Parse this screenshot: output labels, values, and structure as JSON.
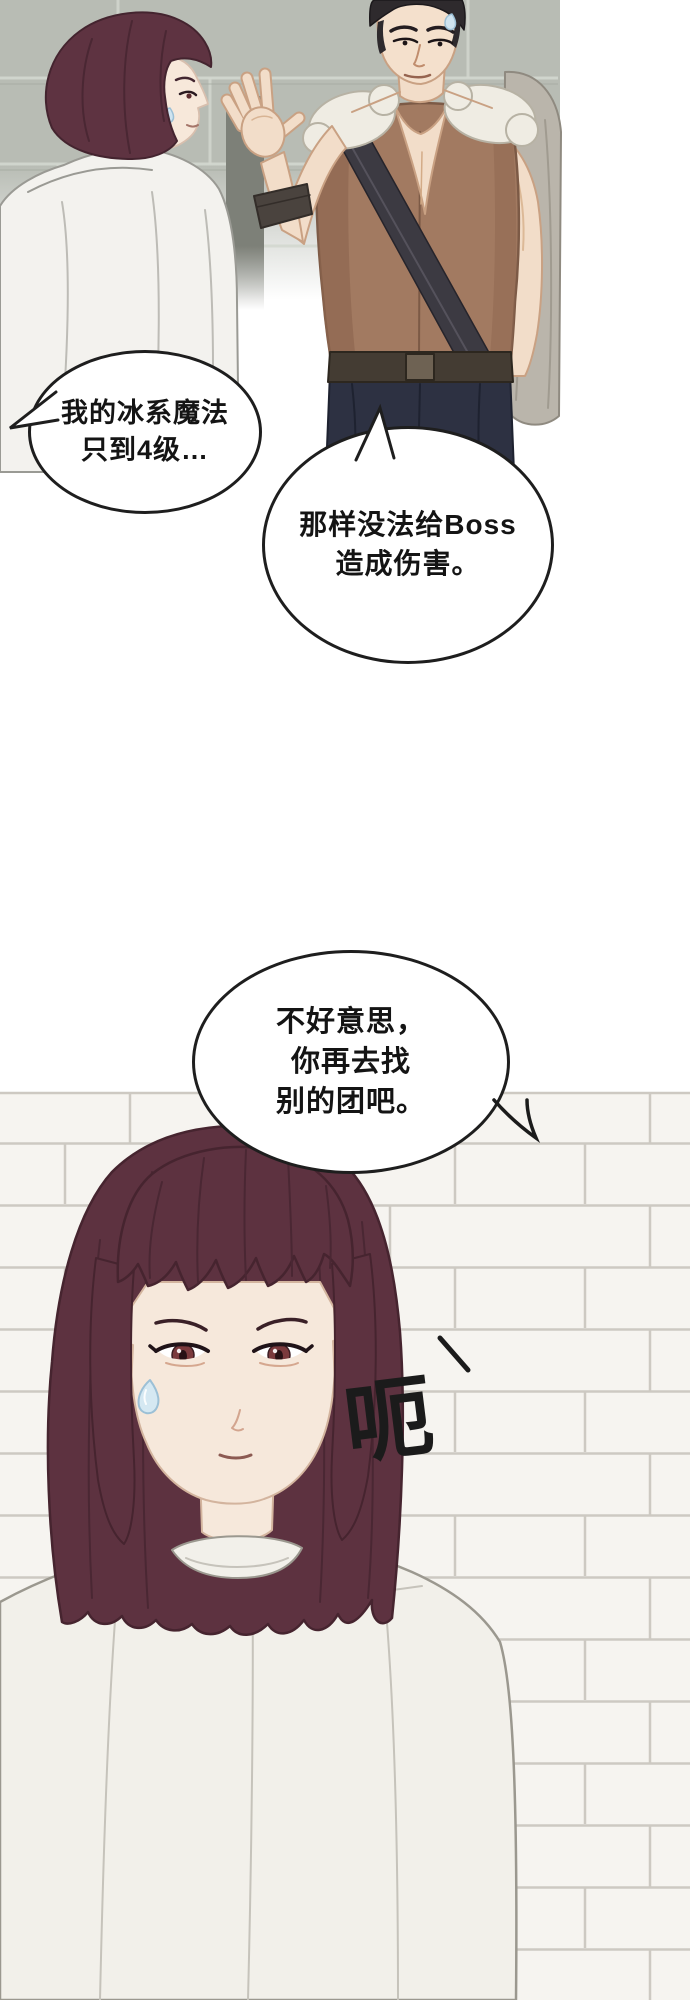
{
  "bubbles": {
    "b1": {
      "lines": [
        "我的冰系魔法",
        "只到4级…"
      ]
    },
    "b2": {
      "lines": [
        "那样没法给Boss",
        "造成伤害。"
      ]
    },
    "b3": {
      "lines": [
        "不好意思，",
        "你再去找",
        "别的团吧。"
      ]
    }
  },
  "sfx": {
    "grunt": "呃"
  },
  "palette": {
    "hair": "#5d3240",
    "skin": "#f6e8db",
    "vest_brown": "#a27a61",
    "strap_dark": "#3c3a42",
    "pants_navy": "#2d3142",
    "stone_gray": "#b8bcb4",
    "brick_line": "#cdc9c2",
    "cloak_white": "#f2f0ea",
    "iris_red": "#7b3a3d",
    "sweat_blue": "#cfe4f0",
    "outline_black": "#1b1b1b"
  }
}
